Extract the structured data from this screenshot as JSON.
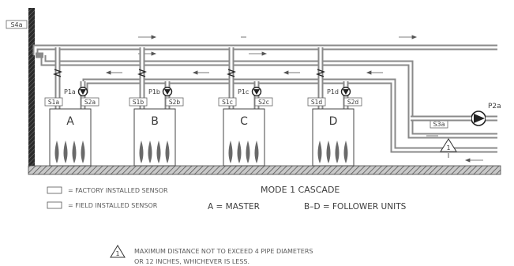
{
  "wall_sensor": "S4a",
  "boilers": [
    {
      "letter": "A",
      "sensor_left": "S1a",
      "sensor_right": "S2a",
      "pump": "P1a"
    },
    {
      "letter": "B",
      "sensor_left": "S1b",
      "sensor_right": "S2b",
      "pump": "P1b"
    },
    {
      "letter": "C",
      "sensor_left": "S1c",
      "sensor_right": "S2c",
      "pump": "P1c"
    },
    {
      "letter": "D",
      "sensor_left": "S1d",
      "sensor_right": "S2d",
      "pump": "P1d"
    }
  ],
  "system_sensor": "S3a",
  "system_pump": "P2a",
  "warning_mark": "1",
  "legend": {
    "factory": "= FACTORY INSTALLED SENSOR",
    "field": "= FIELD INSTALLED SENSOR"
  },
  "title": "MODE 1 CASCADE",
  "master": "A = MASTER",
  "followers": "B–D = FOLLOWER UNITS",
  "note": {
    "line1": "MAXIMUM DISTANCE NOT TO EXCEED 4 PIPE DIAMETERS",
    "line2": "OR 12 INCHES, WHICHEVER IS LESS."
  }
}
